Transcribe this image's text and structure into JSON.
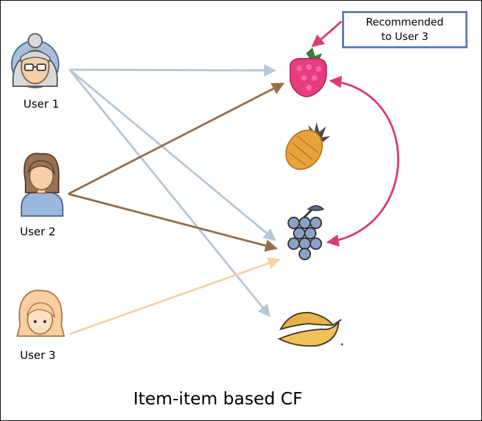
{
  "users": [
    {
      "label": "User 1"
    },
    {
      "label": "User 2"
    },
    {
      "label": "User 3"
    }
  ],
  "callout": {
    "line1": "Recommended",
    "line2": "to User 3"
  },
  "caption": "Item-item based CF",
  "colors": {
    "user1_edges": "#b7c6d8",
    "user2_edges": "#93704a",
    "user3_edges": "#f6d2a6",
    "recommendation": "#d63d75",
    "callout_border": "#5f7fb0"
  },
  "items": [
    {
      "icon": "raspberry-icon"
    },
    {
      "icon": "pineapple-icon"
    },
    {
      "icon": "grapes-icon"
    },
    {
      "icon": "banana-icon"
    }
  ]
}
